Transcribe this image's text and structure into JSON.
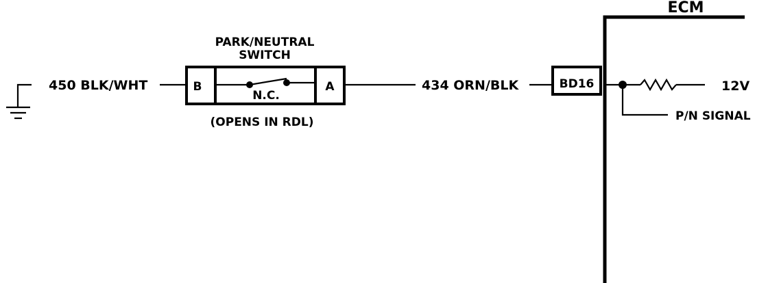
{
  "module": {
    "label": "ECM"
  },
  "ground_wire": {
    "label": "450 BLK/WHT"
  },
  "switch": {
    "title_line1": "PARK/NEUTRAL",
    "title_line2": "SWITCH",
    "contact_type": "N.C.",
    "note": "(OPENS IN RDL)",
    "pin_left": "B",
    "pin_right": "A"
  },
  "signal_wire": {
    "label": "434 ORN/BLK"
  },
  "ecm_pin": {
    "label": "BD16"
  },
  "pullup": {
    "voltage": "12V"
  },
  "signal": {
    "label": "P/N SIGNAL"
  }
}
